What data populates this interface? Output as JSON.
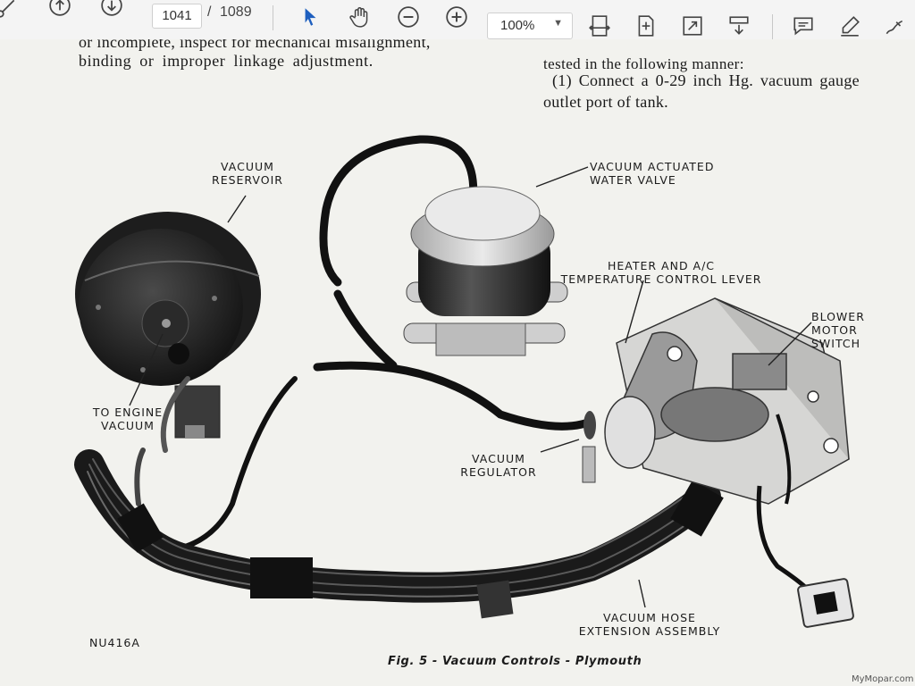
{
  "toolbar": {
    "page_current": "1041",
    "page_separator": "/",
    "page_total": "1089",
    "zoom_value": "100%",
    "icons": [
      "scissors-icon",
      "page-up-icon",
      "page-down-icon",
      "select-arrow-icon",
      "hand-tool-icon",
      "zoom-out-icon",
      "zoom-in-icon",
      "fit-width-icon",
      "fit-page-icon",
      "fullscreen-icon",
      "download-icon",
      "comment-icon",
      "highlight-pen-icon",
      "sign-icon"
    ]
  },
  "document": {
    "text_left_line1": "or incomplete, inspect for mechanical misalignment,",
    "text_left_line2": "binding or improper linkage adjustment.",
    "text_right_line1": "tested in the following manner:",
    "text_right_line2": "(1) Connect a 0-29 inch Hg. vacuum gauge",
    "text_right_line3": "outlet port of tank."
  },
  "figure": {
    "labels": {
      "vacuum_reservoir": [
        "VACUUM",
        "RESERVOIR"
      ],
      "water_valve": [
        "VACUUM ACTUATED",
        "WATER VALVE"
      ],
      "temp_lever": [
        "HEATER AND A/C",
        "TEMPERATURE CONTROL LEVER"
      ],
      "blower_switch": [
        "BLOWER MOTOR",
        "SWITCH"
      ],
      "engine_vacuum": [
        "TO ENGINE",
        "VACUUM"
      ],
      "vacuum_regulator": [
        "VACUUM",
        "REGULATOR"
      ],
      "hose_assembly": [
        "VACUUM HOSE",
        "EXTENSION ASSEMBLY"
      ]
    },
    "figure_id": "NU416A",
    "caption": "Fig. 5 - Vacuum Controls - Plymouth"
  },
  "watermark": "MyMopar.com"
}
